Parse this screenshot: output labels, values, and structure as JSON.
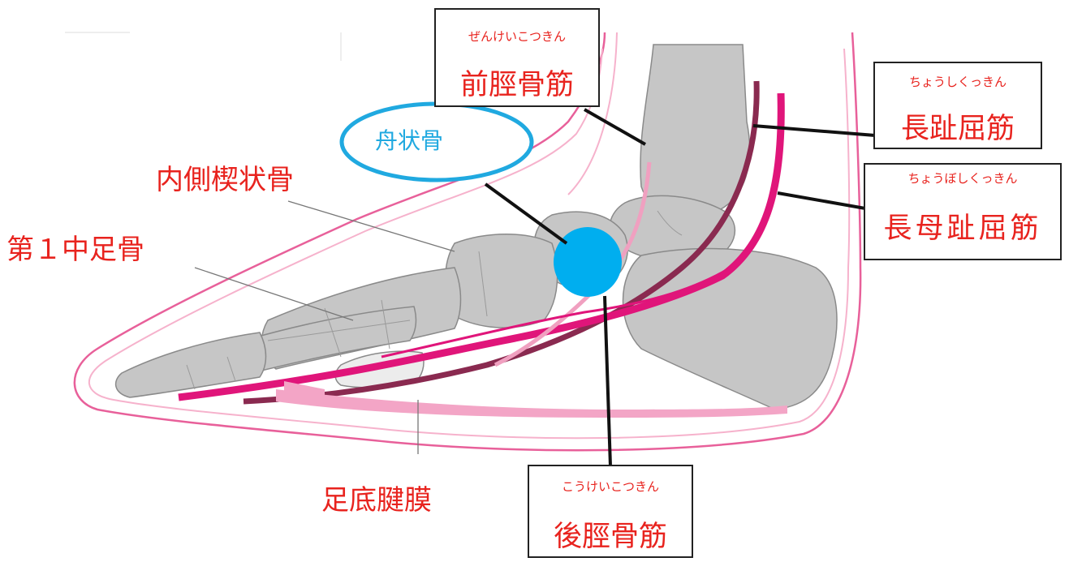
{
  "labels": {
    "navicular": "舟状骨",
    "medial_cuneiform": "内側楔状骨",
    "first_metatarsal": "第１中足骨",
    "plantar_fascia": "足底腱膜"
  },
  "boxes": {
    "tibialis_anterior": {
      "furigana": "ぜんけいこつきん",
      "name": "前脛骨筋"
    },
    "flexor_digitorum_longus": {
      "furigana": "ちょうしくっきん",
      "name": "長趾屈筋"
    },
    "flexor_hallucis_longus": {
      "furigana": "ちょうぼしくっきん",
      "name": "長母趾屈筋"
    },
    "tibialis_posterior": {
      "furigana": "こうけいこつきん",
      "name": "後脛骨筋"
    }
  },
  "colors": {
    "label_red": "#e8231e",
    "navicular_blue": "#20a9e0",
    "bone_gray": "#c4c4c4",
    "skin_outline": "#e8609a",
    "muscle_magenta": "#e0157a",
    "muscle_light_pink": "#f0a0c0",
    "muscle_dark": "#8a2a50"
  }
}
